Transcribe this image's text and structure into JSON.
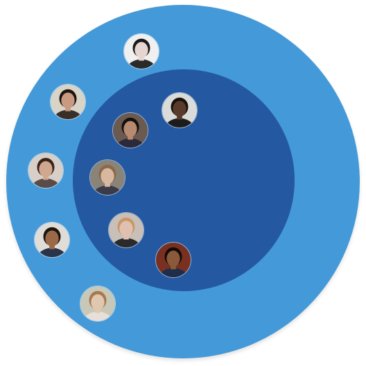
{
  "colors": {
    "outer_ring": "#4499d8",
    "inner_ring": "#2458a0",
    "background": "#ffffff"
  },
  "avatars": [
    {
      "icon": "person-photo",
      "bg": "#f0f0f0",
      "skin": "#e6d6d2",
      "hair": "#1a1a1a",
      "shirt": "#2a2a2a"
    },
    {
      "icon": "person-photo",
      "bg": "#d8d4c8",
      "skin": "#c89a80",
      "hair": "#1e1510",
      "shirt": "#3a2f28"
    },
    {
      "icon": "person-photo",
      "bg": "#d9dcd8",
      "skin": "#5a3b2a",
      "hair": "#1a120c",
      "shirt": "#1c1c1c"
    },
    {
      "icon": "person-photo",
      "bg": "#6a5a50",
      "skin": "#b88a70",
      "hair": "#14100c",
      "shirt": "#2a2a3a"
    },
    {
      "icon": "person-photo",
      "bg": "#d8d0c8",
      "skin": "#d0a890",
      "hair": "#3a2418",
      "shirt": "#5a4a48"
    },
    {
      "icon": "person-photo",
      "bg": "#8a8478",
      "skin": "#d8b8a0",
      "hair": "#8a6a48",
      "shirt": "#3a3a48"
    },
    {
      "icon": "person-photo",
      "bg": "#c8c0b8",
      "skin": "#e0c0b0",
      "hair": "#c89868",
      "shirt": "#2a2a2a"
    },
    {
      "icon": "person-photo",
      "bg": "#e0ddd8",
      "skin": "#9a6a48",
      "hair": "#1c140e",
      "shirt": "#2a3448"
    },
    {
      "icon": "person-photo",
      "bg": "#7a3020",
      "skin": "#8a5a3a",
      "hair": "#120c08",
      "shirt": "#1e2e4a"
    },
    {
      "icon": "person-photo",
      "bg": "#c8c8b8",
      "skin": "#e0c8b0",
      "hair": "#a87850",
      "shirt": "#e8e0d8"
    }
  ]
}
